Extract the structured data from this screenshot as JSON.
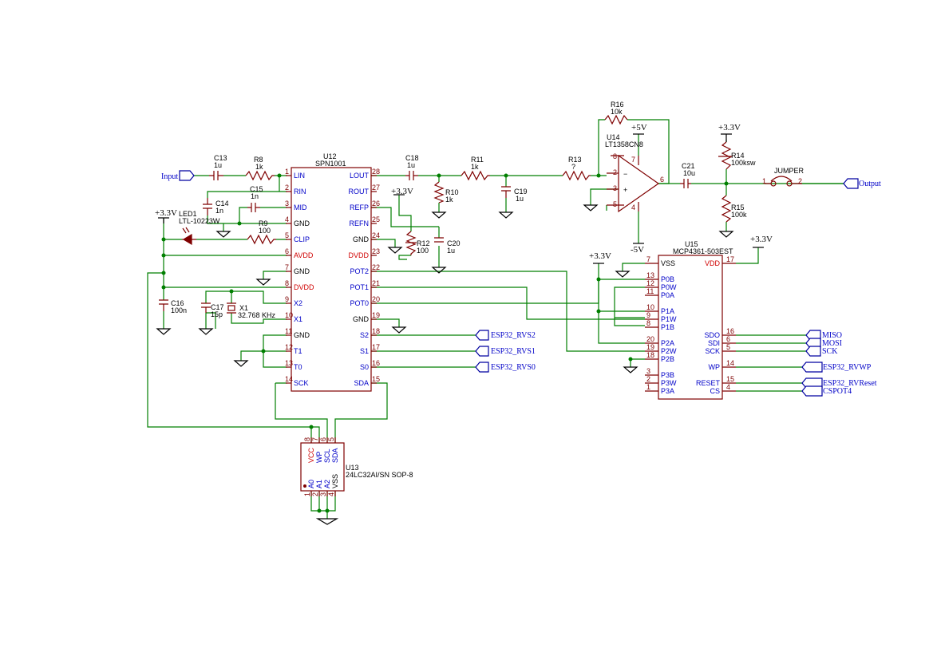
{
  "power": {
    "p33_a": "+3.3V",
    "p33_b": "+3.3V",
    "p33_c": "+3.3V",
    "p33_d": "+3.3V",
    "p33_e": "+3.3V",
    "p5v": "+5V",
    "m5v": "-5V"
  },
  "labels": {
    "input": "Input",
    "output": "Output",
    "rvs2": "ESP32_RVS2",
    "rvs1": "ESP32_RVS1",
    "rvs0": "ESP32_RVS0",
    "miso": "MISO",
    "mosi": "MOSI",
    "sck": "SCK",
    "rvwp": "ESP32_RVWP",
    "rvreset": "ESP32_RVReset",
    "cspot": "CSPOT4"
  },
  "components": {
    "c13": {
      "ref": "C13",
      "val": "1u"
    },
    "r8": {
      "ref": "R8",
      "val": "1k"
    },
    "c14": {
      "ref": "C14",
      "val": "1n"
    },
    "c15": {
      "ref": "C15",
      "val": "1n"
    },
    "r9": {
      "ref": "R9",
      "val": "100"
    },
    "led1": {
      "ref": "LED1",
      "val": "LTL-10223W"
    },
    "c16": {
      "ref": "C16",
      "val": "100n"
    },
    "c17": {
      "ref": "C17",
      "val": "15p"
    },
    "x1": {
      "ref": "X1",
      "val": "32.768 KHz"
    },
    "u12": {
      "ref": "U12",
      "val": "SPN1001"
    },
    "c18": {
      "ref": "C18",
      "val": "1u"
    },
    "r10": {
      "ref": "R10",
      "val": "1k"
    },
    "r11": {
      "ref": "R11",
      "val": "1k"
    },
    "c19": {
      "ref": "C19",
      "val": "1u"
    },
    "r12": {
      "ref": "R12",
      "val": "100"
    },
    "c20": {
      "ref": "C20",
      "val": "1u"
    },
    "r13": {
      "ref": "R13",
      "val": "?"
    },
    "r16": {
      "ref": "R16",
      "val": "10k"
    },
    "u14": {
      "ref": "U14",
      "val": "LT1358CN8"
    },
    "c21": {
      "ref": "C21",
      "val": "10u"
    },
    "r14": {
      "ref": "R14",
      "val": "100ksw"
    },
    "r15": {
      "ref": "R15",
      "val": "100k"
    },
    "jumper": {
      "ref": "JUMPER"
    },
    "u15": {
      "ref": "U15",
      "val": "MCP4361-503EST"
    },
    "u13": {
      "ref": "U13",
      "val": "24LC32AI/SN SOP-8"
    }
  },
  "u12_pins": {
    "left": [
      {
        "num": "1",
        "name": "LIN"
      },
      {
        "num": "2",
        "name": "RIN"
      },
      {
        "num": "3",
        "name": "MID"
      },
      {
        "num": "4",
        "name": "GND"
      },
      {
        "num": "5",
        "name": "CLIP"
      },
      {
        "num": "6",
        "name": "AVDD"
      },
      {
        "num": "7",
        "name": "GND"
      },
      {
        "num": "8",
        "name": "DVDD"
      },
      {
        "num": "9",
        "name": "X2"
      },
      {
        "num": "10",
        "name": "X1"
      },
      {
        "num": "11",
        "name": "GND"
      },
      {
        "num": "12",
        "name": "T1"
      },
      {
        "num": "13",
        "name": "T0"
      },
      {
        "num": "14",
        "name": "SCK"
      }
    ],
    "right": [
      {
        "num": "28",
        "name": "LOUT"
      },
      {
        "num": "27",
        "name": "ROUT"
      },
      {
        "num": "26",
        "name": "REFP"
      },
      {
        "num": "25",
        "name": "REFN"
      },
      {
        "num": "24",
        "name": "GND"
      },
      {
        "num": "23",
        "name": "DVDD"
      },
      {
        "num": "22",
        "name": "POT2"
      },
      {
        "num": "21",
        "name": "POT1"
      },
      {
        "num": "20",
        "name": "POT0"
      },
      {
        "num": "19",
        "name": "GND"
      },
      {
        "num": "18",
        "name": "S2"
      },
      {
        "num": "17",
        "name": "S1"
      },
      {
        "num": "16",
        "name": "S0"
      },
      {
        "num": "15",
        "name": "SDA"
      }
    ]
  },
  "u14_pins": [
    "8",
    "2",
    "3",
    "5",
    "7",
    "6",
    "4"
  ],
  "u15_pins": {
    "left": [
      {
        "num": "7",
        "name": "VSS"
      },
      {
        "num": "13",
        "name": "P0B"
      },
      {
        "num": "12",
        "name": "P0W"
      },
      {
        "num": "11",
        "name": "P0A"
      },
      {
        "num": "10",
        "name": "P1A"
      },
      {
        "num": "9",
        "name": "P1W"
      },
      {
        "num": "8",
        "name": "P1B"
      },
      {
        "num": "20",
        "name": "P2A"
      },
      {
        "num": "19",
        "name": "P2W"
      },
      {
        "num": "18",
        "name": "P2B"
      },
      {
        "num": "3",
        "name": "P3B"
      },
      {
        "num": "2",
        "name": "P3W"
      },
      {
        "num": "1",
        "name": "P3A"
      }
    ],
    "right": [
      {
        "num": "17",
        "name": "VDD"
      },
      {
        "num": "16",
        "name": "SDO"
      },
      {
        "num": "6",
        "name": "SDI"
      },
      {
        "num": "5",
        "name": "SCK"
      },
      {
        "num": "14",
        "name": "WP"
      },
      {
        "num": "15",
        "name": "RESET"
      },
      {
        "num": "4",
        "name": "CS"
      }
    ]
  },
  "u13_pins": {
    "top": [
      {
        "num": "8",
        "name": "VCC"
      },
      {
        "num": "7",
        "name": "WP"
      },
      {
        "num": "6",
        "name": "SCL"
      },
      {
        "num": "5",
        "name": "SDA"
      }
    ],
    "bottom": [
      {
        "num": "1",
        "name": "A0"
      },
      {
        "num": "2",
        "name": "A1"
      },
      {
        "num": "3",
        "name": "A2"
      },
      {
        "num": "4",
        "name": "VSS"
      }
    ]
  },
  "jumper_pins": [
    "1",
    "2"
  ]
}
